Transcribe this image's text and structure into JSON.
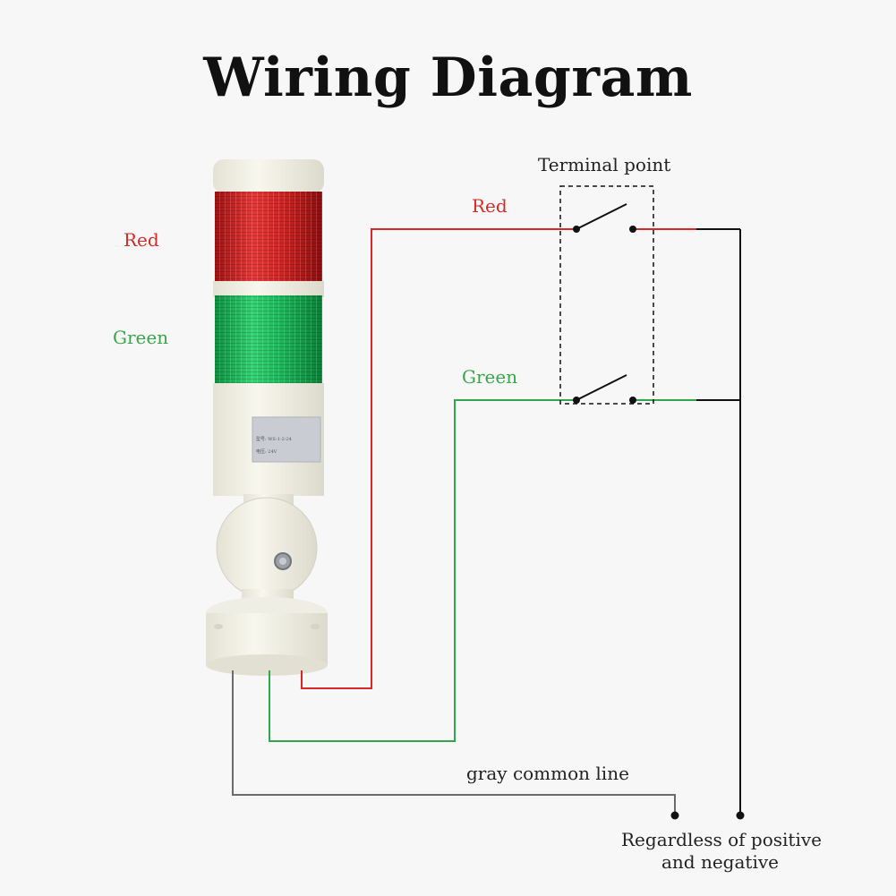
{
  "title": "Wiring Diagram",
  "labels": {
    "tower_red": "Red",
    "tower_green": "Green",
    "terminal_point": "Terminal point",
    "wire_red": "Red",
    "wire_green": "Green",
    "common_line": "gray common line",
    "polarity_line1": "Regardless of positive",
    "polarity_line2": "and negative"
  },
  "colors": {
    "red_wire": "#d62828",
    "green_wire": "#2ea84a",
    "gray_wire": "#6b6b6b",
    "black_wire": "#111111"
  },
  "sticker_text": {
    "line1": "型号: WS-1-2-24",
    "line2": "电压: 24V"
  }
}
